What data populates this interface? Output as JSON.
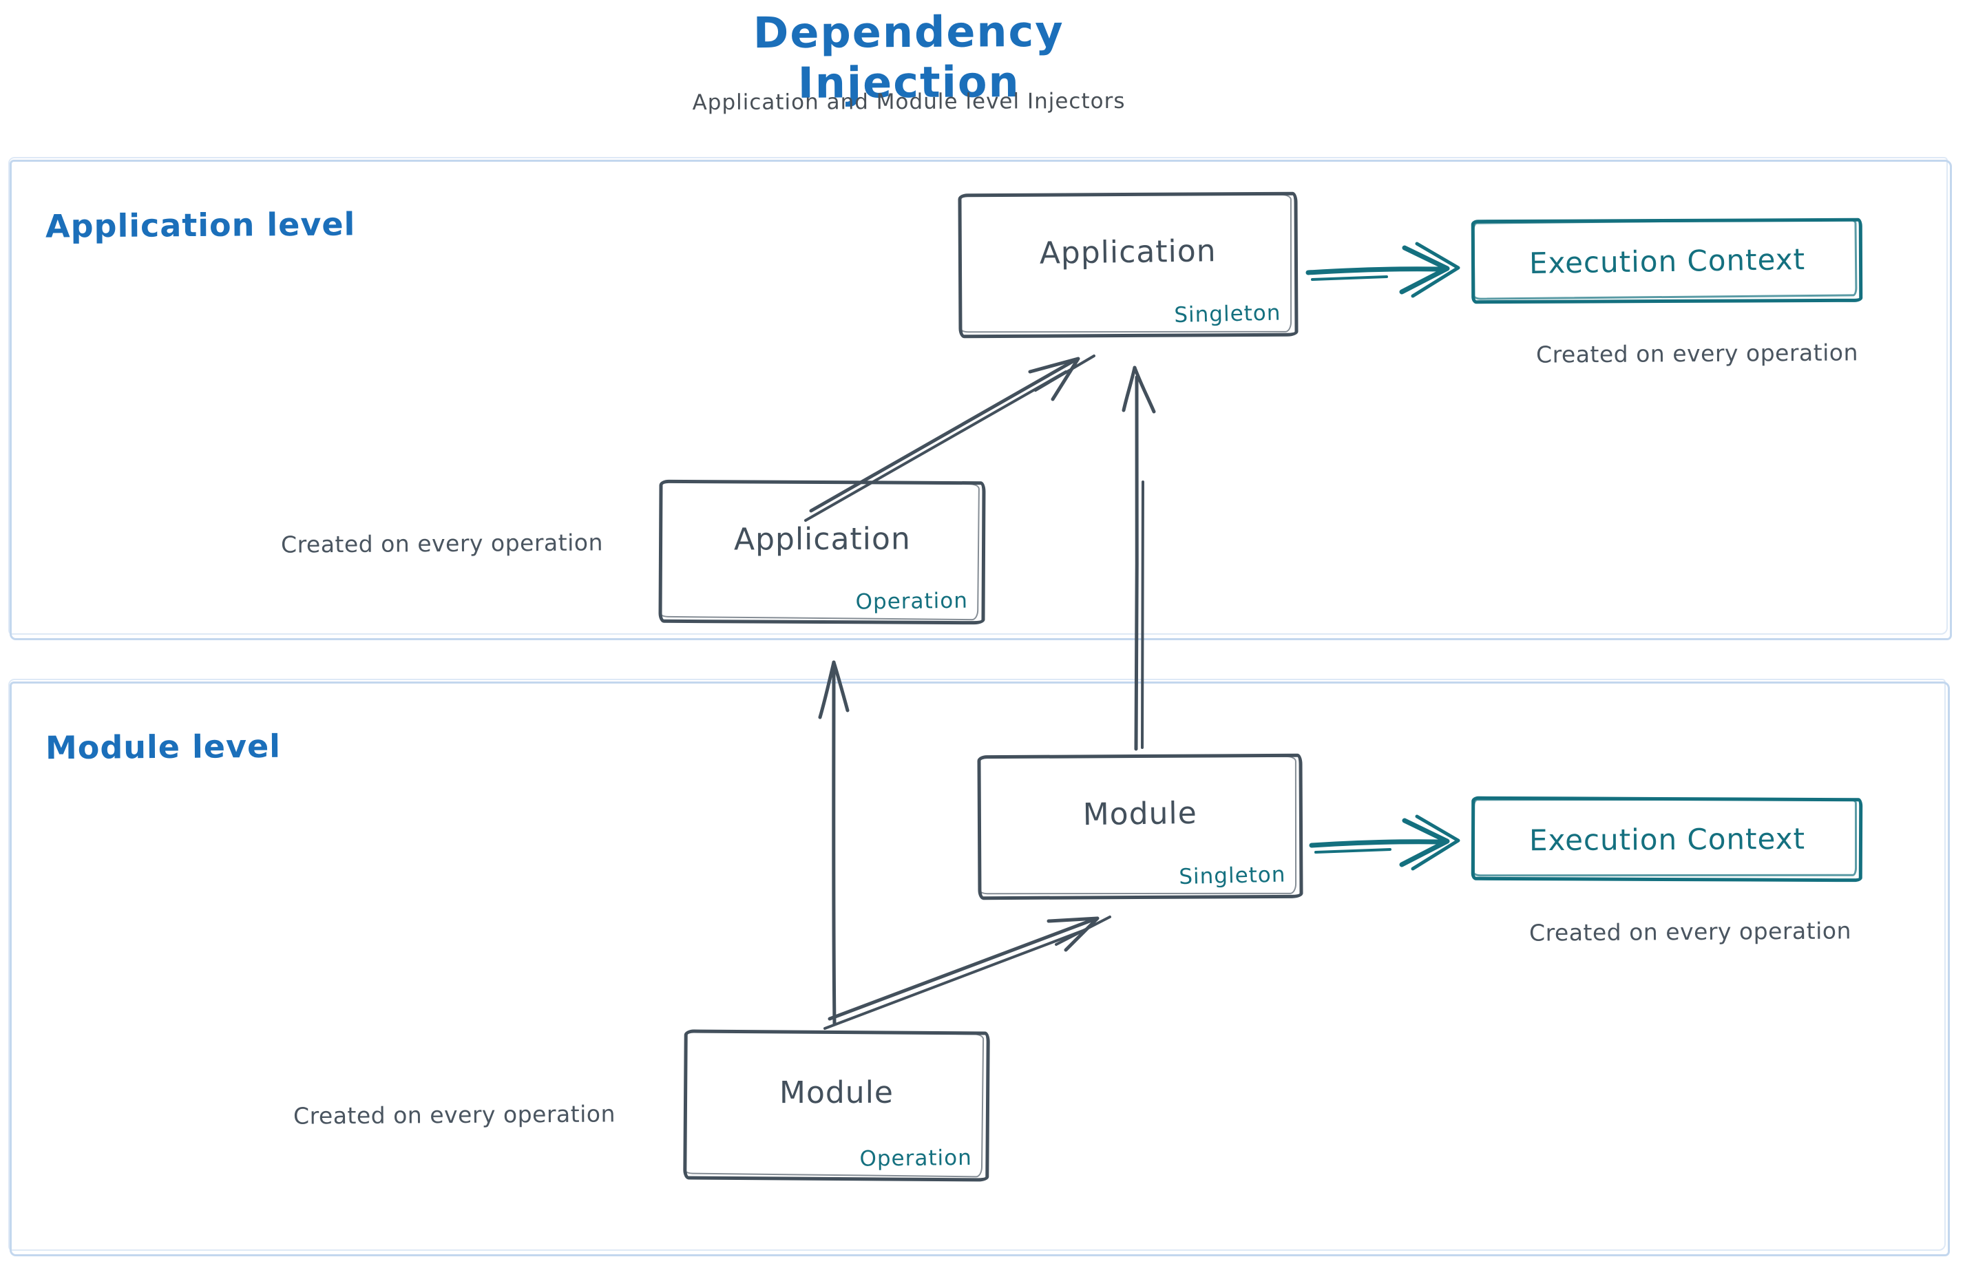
{
  "title": "Dependency Injection",
  "subtitle": "Application and Module level Injectors",
  "colors": {
    "blue": "#1b6fba",
    "teal": "#14707f",
    "ink": "#43505c",
    "container_border": "#c3d7ee",
    "note_text": "#4a5560"
  },
  "sections": {
    "application": {
      "label": "Application level",
      "singleton_box": {
        "name": "Application",
        "scope": "Singleton"
      },
      "operation_box": {
        "name": "Application",
        "scope": "Operation"
      },
      "operation_note": "Created on every operation",
      "execution_context": {
        "label": "Execution Context",
        "note": "Created on every operation"
      }
    },
    "module": {
      "label": "Module level",
      "singleton_box": {
        "name": "Module",
        "scope": "Singleton"
      },
      "operation_box": {
        "name": "Module",
        "scope": "Operation"
      },
      "operation_note": "Created on every operation",
      "execution_context": {
        "label": "Execution Context",
        "note": "Created on every operation"
      }
    }
  },
  "arrows": [
    "application-singleton-to-execution-context",
    "module-singleton-to-execution-context",
    "application-operation-to-application-singleton",
    "module-operation-to-module-singleton",
    "module-operation-to-application-operation",
    "module-singleton-to-application-singleton"
  ]
}
